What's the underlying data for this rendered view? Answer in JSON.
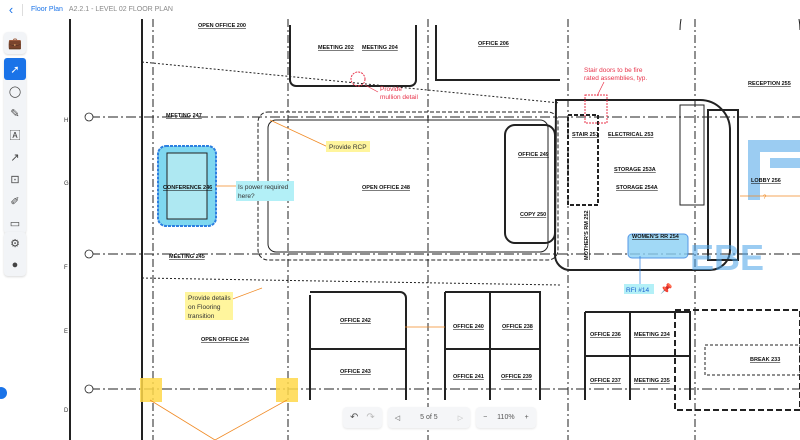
{
  "header": {
    "back_icon": "chevron-left-icon",
    "breadcrumb": "Floor Plan",
    "sheet_title": "A2.2.1 - LEVEL 02 FLOOR PLAN"
  },
  "toolbar": {
    "briefcase": "briefcase-icon",
    "tools": [
      "select-arrow-icon",
      "circle-shape-icon",
      "pen-icon",
      "text-box-icon",
      "arrow-icon",
      "callout-icon",
      "highlighter-icon",
      "image-icon"
    ],
    "active_tool": "select-arrow-icon",
    "extra": [
      "gear-icon",
      "color-dot-icon"
    ]
  },
  "bottom": {
    "undo": "undo-icon",
    "redo": "redo-icon",
    "prev": "prev-page-icon",
    "page": "5 of 5",
    "next": "next-page-icon",
    "zoom_out": "−",
    "zoom": "110%",
    "zoom_in": "+"
  },
  "rooms": [
    "OPEN OFFICE  200",
    "MEETING  202",
    "MEETING  204",
    "OFFICE  206",
    "RECEPTION  255",
    "MEETING  247",
    "STAIR  251",
    "ELECTRICAL  253",
    "OFFICE  249",
    "CONFERENCE  246",
    "OPEN OFFICE  248",
    "STORAGE  253A",
    "STORAGE  254A",
    "COPY  250",
    "LOBBY  256",
    "MEETING  245",
    "MOTHER'S RM  252",
    "WOMEN'S RR  254",
    "OFFICE  242",
    "OFFICE  240",
    "OFFICE  238",
    "OPEN OFFICE  244",
    "OFFICE  236",
    "MEETING  234",
    "BREAK  233",
    "OFFICE  243",
    "OFFICE  241",
    "OFFICE  239",
    "OFFICE  237",
    "MEETING  235"
  ],
  "grid_labels": [
    "H",
    "G",
    "F",
    "E",
    "D"
  ],
  "annotations": {
    "mullion": [
      "Provide",
      "mullion detail"
    ],
    "stair": [
      "Stair doors to be fire",
      "rated assemblies, typ."
    ],
    "rcp": "Provide RCP",
    "power": [
      "Is power required",
      "here?"
    ],
    "flooring": [
      "Provide details",
      "on Flooring",
      "transition"
    ],
    "rfi": "RFI #14",
    "dim": "?"
  },
  "colors": {
    "accent": "#1a73e8",
    "markup_red": "#e8334a",
    "highlight_yellow": "#fff59d",
    "highlight_cyan": "#b3f0f7",
    "markup_orange": "#f08a24"
  }
}
